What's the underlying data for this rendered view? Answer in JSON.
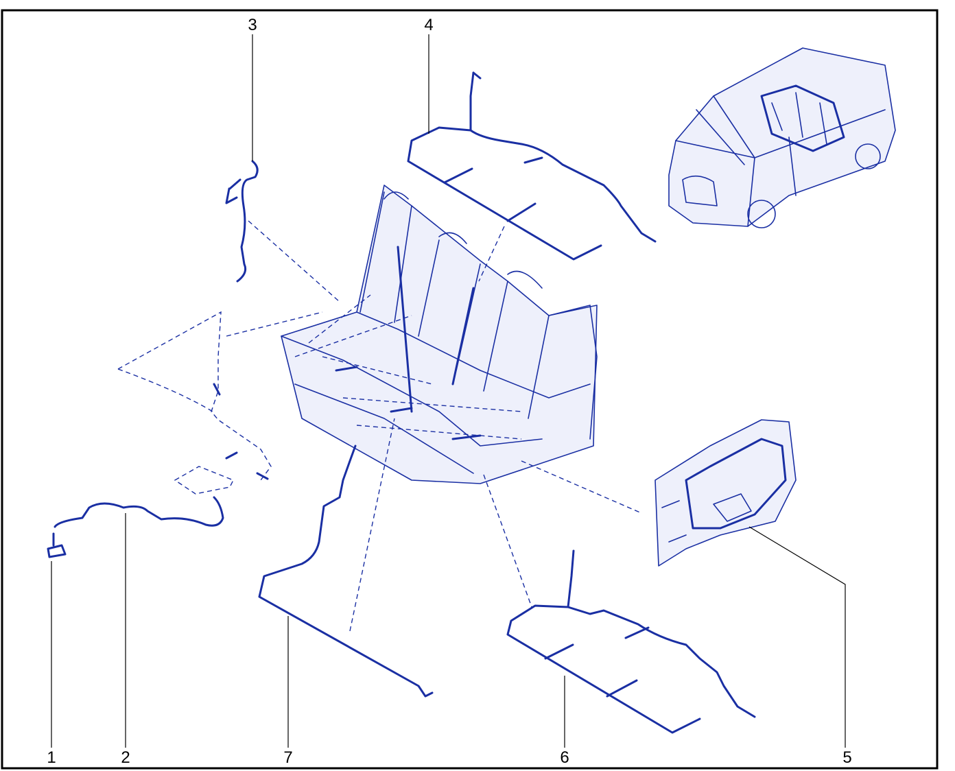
{
  "colors": {
    "line": "#1a2fa3",
    "frame": "#000000"
  },
  "callouts": [
    "1",
    "2",
    "3",
    "4",
    "5",
    "6",
    "7"
  ]
}
